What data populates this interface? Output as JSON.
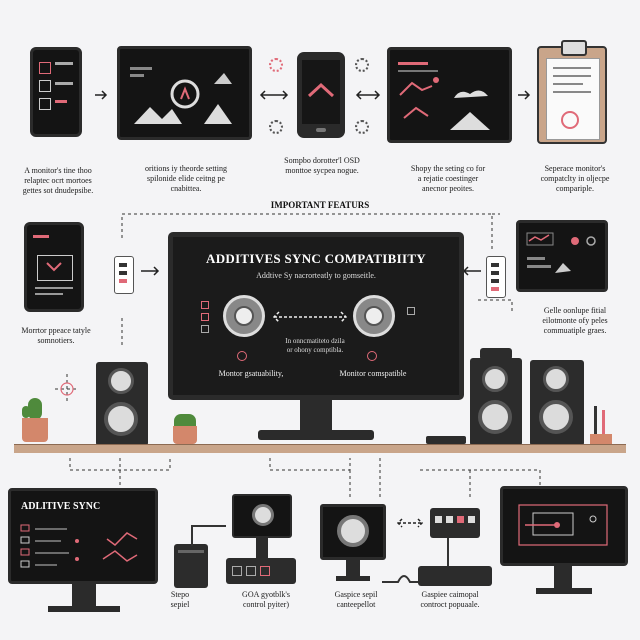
{
  "top_captions": [
    "A monitor's tine thoo\nrelaptec ocrt mortoes\ngettes sot dnudepsibe.",
    "oritions iy theorde setting\nspilonide elide ceitng pe\ncnabittea.",
    "Sompbo dorotter'l OSD\nmonttoe sycpea nogue.",
    "Shopy the seting co for\na rejatie coestinger\nanecnor peoites.",
    "Seperace monitor's\ncompatclty in oljecpe\ncompariple."
  ],
  "section_title": "IMPORTANT FEATURS",
  "main_monitor": {
    "title": "ADDITIVES SYNC COMPATIBIITY",
    "subtitle": "Addtive Sy nacrorteatly to gomseitle.",
    "center_text": "In onncmatiteto dzila\nor ohony comptibla.",
    "left_label": "Montor gsatuability,",
    "right_label": "Monitor comspatible"
  },
  "side_captions": {
    "left": "Morrtor ppeace tatyle\nsomnotiers.",
    "right": "Gelle oonlupe fitial\neilotmonte ofy peles\ncommuatiple graes."
  },
  "bottom_monitor": {
    "title": "ADLITIVE SYNC"
  },
  "bottom_captions": [
    "Stepo\nsepiel",
    "GOA gyotblk's\ncontrol pyiter)",
    "Gaspice sepil\ncanteepellot",
    "Gaspiee caimopal\ncontroct popuaale."
  ],
  "colors": {
    "background": "#f4f4f6",
    "screen": "#141414",
    "bezel": "#2b2b2b",
    "accent": "#e06a78",
    "shelf": "#c9a58a",
    "plant": "#4f8a3c",
    "pot": "#d3876b"
  }
}
